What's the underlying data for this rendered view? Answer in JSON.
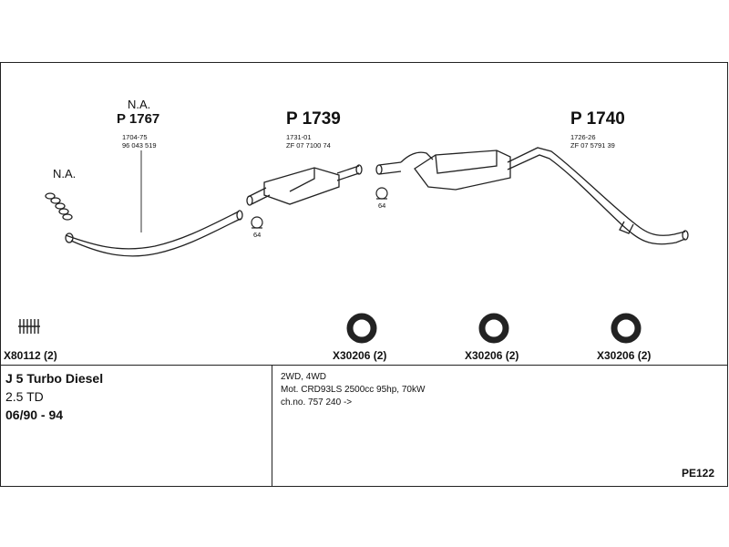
{
  "parts": {
    "p1767": {
      "na": "N.A.",
      "number": "P 1767",
      "refs": [
        "1704-75",
        "96 043 519"
      ]
    },
    "p1739": {
      "number": "P 1739",
      "refs": [
        "1731-01",
        "ZF 07 7100 74"
      ]
    },
    "p1740": {
      "number": "P 1740",
      "refs": [
        "1726-26",
        "ZF 07 5791 39"
      ]
    }
  },
  "left_na": "N.A.",
  "clamp_labels": {
    "first": "64",
    "second": "64"
  },
  "accessories": [
    {
      "code": "X80112 (2)",
      "icon": "spring-icon"
    },
    {
      "code": "X30206 (2)",
      "icon": "gasket-ring-icon"
    },
    {
      "code": "X30206 (2)",
      "icon": "gasket-ring-icon"
    },
    {
      "code": "X30206 (2)",
      "icon": "gasket-ring-icon"
    }
  ],
  "vehicle": {
    "model": "J 5 Turbo Diesel",
    "engine": "2.5 TD",
    "years": "06/90 - 94"
  },
  "application": {
    "line1": "2WD, 4WD",
    "line2": "Mot. CRD93LS 2500cc 95hp, 70kW",
    "line3": "ch.no. 757 240 ->"
  },
  "sheet_code": "PE122"
}
